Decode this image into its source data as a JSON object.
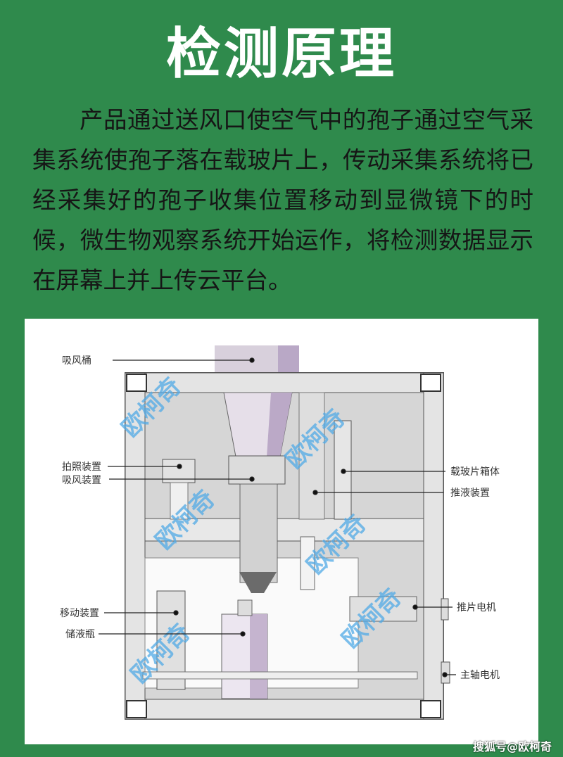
{
  "header": {
    "title": "检测原理"
  },
  "description": "产品通过送风口使空气中的孢子通过空气采集系统使孢子落在载玻片上，传动采集系统将已经采集好的孢子收集位置移动到显微镜下的时候，微生物观察系统开始运作，将检测数据显示在屏幕上并上传云平台。",
  "diagram": {
    "labels_left": [
      "吸风桶",
      "拍照装置",
      "吸风装置",
      "移动装置",
      "储液瓶"
    ],
    "labels_right": [
      "载玻片箱体",
      "推液装置",
      "推片电机",
      "主轴电机"
    ],
    "watermark": "欧柯奇"
  },
  "footer": {
    "source": "搜狐号@欧柯奇"
  },
  "colors": {
    "background": "#2f8a4c",
    "title": "#ffffff",
    "watermark": "#50aae6"
  }
}
